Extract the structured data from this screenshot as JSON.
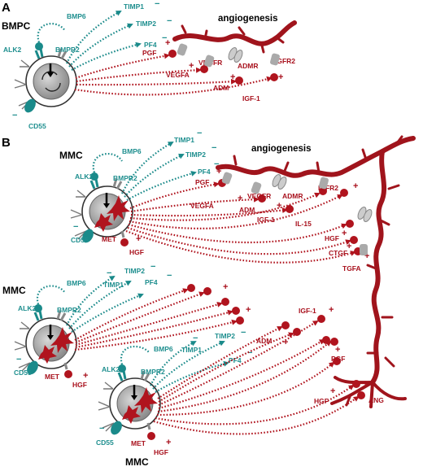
{
  "panels": {
    "a": {
      "letter": "A",
      "cell": "BMPC",
      "process": "angiogenesis"
    },
    "b": {
      "letter": "B",
      "cells": [
        "MMC",
        "MMC",
        "MMC"
      ],
      "process": "angiogenesis"
    }
  },
  "receptors": {
    "alk2": "ALK2",
    "bmpr2": "BMPR2",
    "cd55": "CD55",
    "met": "MET"
  },
  "inhibitors": {
    "bmp6": "BMP6",
    "timp1": "TIMP1",
    "timp2": "TIMP2",
    "pf4": "PF4"
  },
  "stimulators": {
    "pgf": "PGF",
    "vegfa": "VEGFA",
    "vegfr": "VEGFR",
    "admr": "ADMR",
    "adm": "ADM",
    "igfr2": "IGFR2",
    "igf1": "IGF-1",
    "il15": "IL-15",
    "hgf": "HGF",
    "ctgf": "CTGF",
    "tgfa": "TGFA",
    "ang": "ANG"
  },
  "signs": {
    "plus": "+",
    "minus": "−"
  },
  "colors": {
    "inhibitory": "#1a8a8a",
    "stimulatory": "#b0141e",
    "vessel": "#a0141c"
  }
}
